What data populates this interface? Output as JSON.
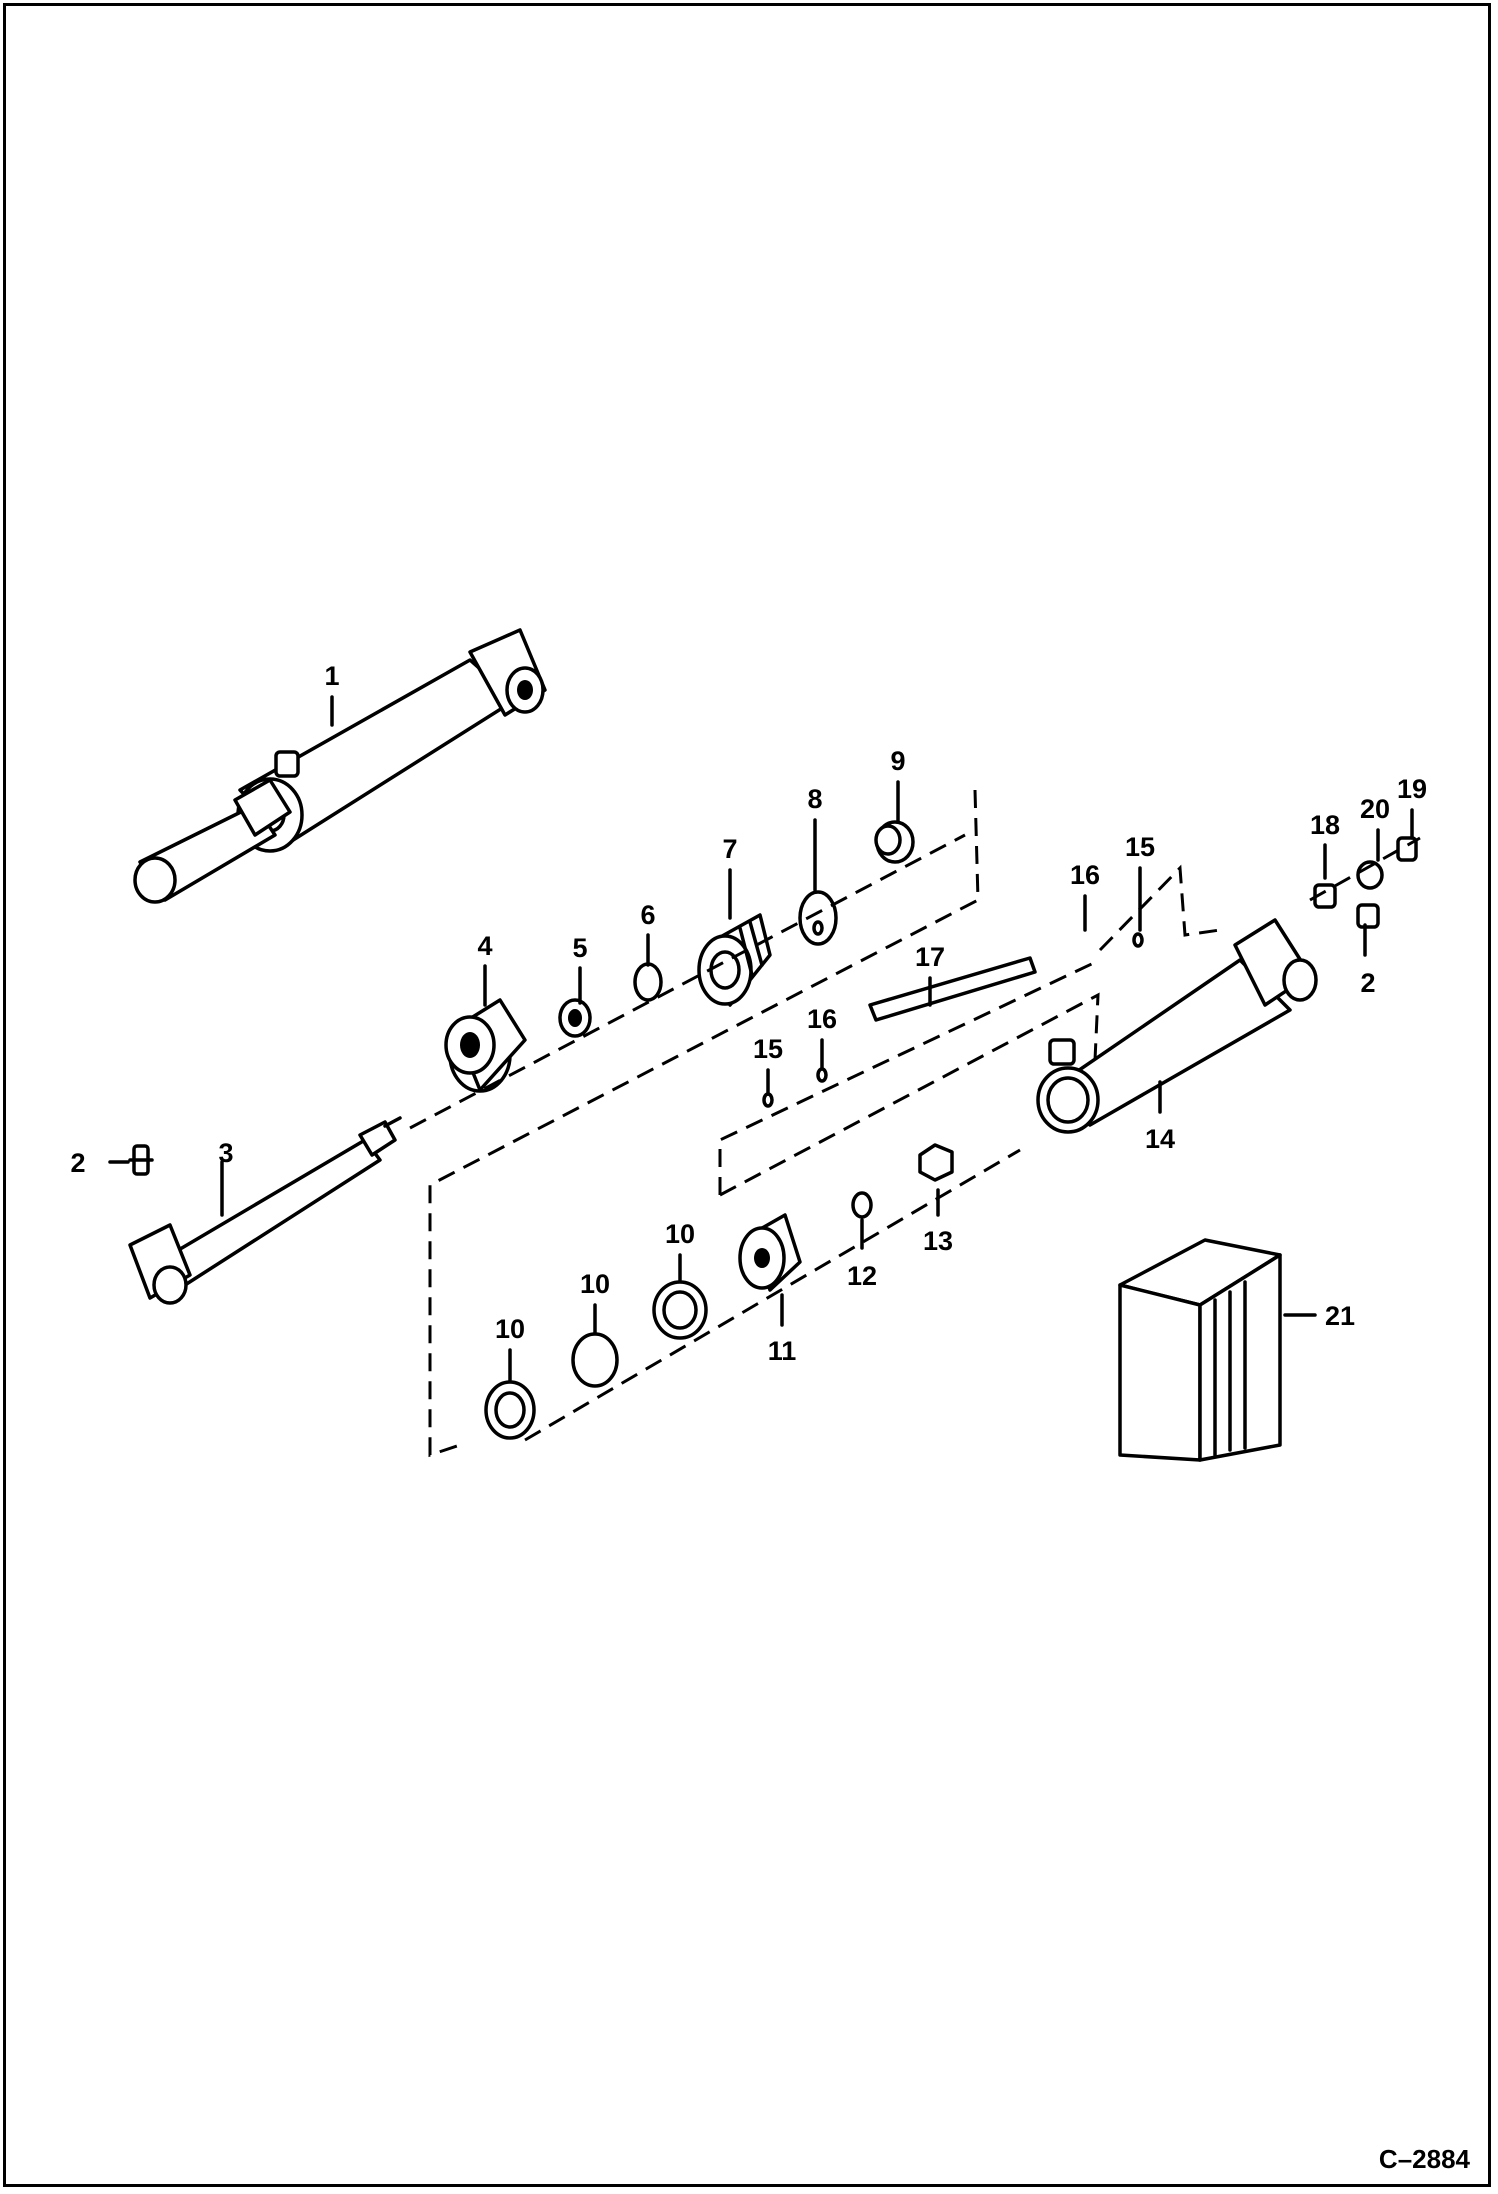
{
  "drawing_number": "C–2884",
  "callouts": {
    "c1": "1",
    "c2a": "2",
    "c2b": "2",
    "c3": "3",
    "c4": "4",
    "c5": "5",
    "c6": "6",
    "c7": "7",
    "c8": "8",
    "c9": "9",
    "c10a": "10",
    "c10b": "10",
    "c10c": "10",
    "c11": "11",
    "c12": "12",
    "c13": "13",
    "c14": "14",
    "c15a": "15",
    "c15b": "15",
    "c16a": "16",
    "c16b": "16",
    "c17": "17",
    "c18": "18",
    "c19": "19",
    "c20": "20",
    "c21": "21"
  }
}
